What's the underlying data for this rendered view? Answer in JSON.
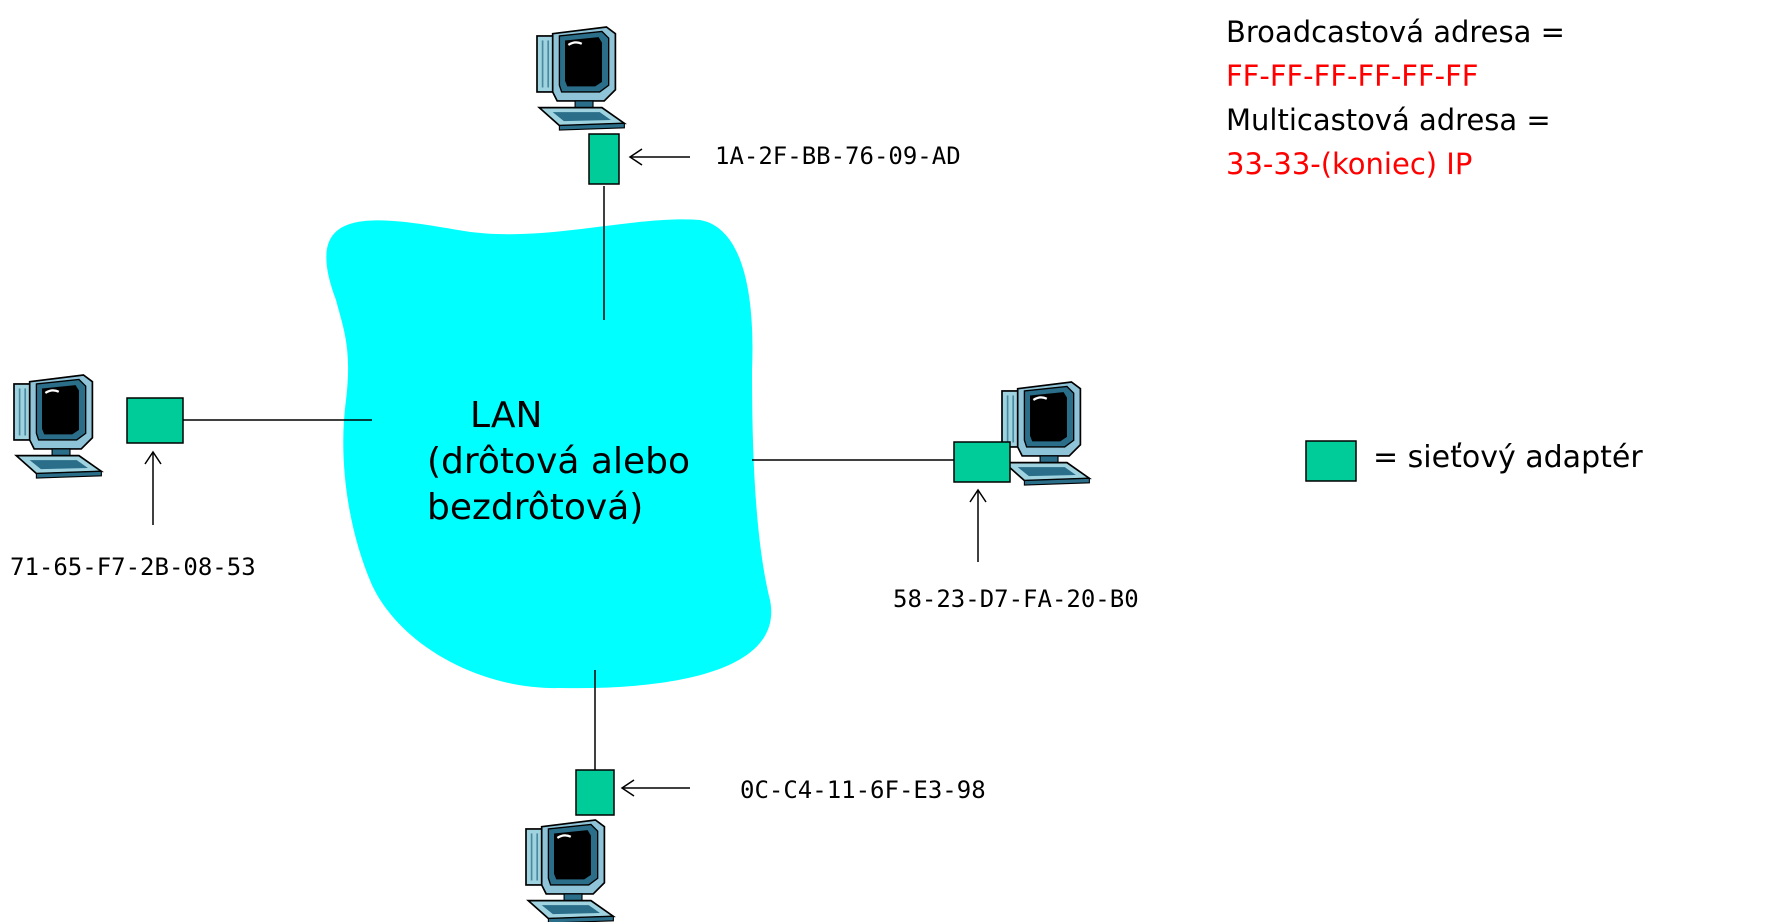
{
  "network": {
    "lan_label": "LAN",
    "lan_subtitle_1": "(drôtová alebo",
    "lan_subtitle_2": "bezdrôtová)"
  },
  "hosts": {
    "top": {
      "mac": "1A-2F-BB-76-09-AD",
      "icon": "computer-icon"
    },
    "left": {
      "mac": "71-65-F7-2B-08-53",
      "icon": "computer-icon"
    },
    "right": {
      "mac": "58-23-D7-FA-20-B0",
      "icon": "computer-icon"
    },
    "bottom": {
      "mac": "0C-C4-11-6F-E3-98",
      "icon": "computer-icon"
    }
  },
  "info": {
    "broadcast_label": "Broadcastová adresa =",
    "broadcast_value": "FF-FF-FF-FF-FF-FF",
    "multicast_label": "Multicastová adresa =",
    "multicast_value": "33-33-(koniec) IP"
  },
  "legend": {
    "adapter_text": "= sieťový adaptér"
  },
  "colors": {
    "cloud": "#00ffff",
    "adapter": "#00cc99",
    "highlight": "#ff0000",
    "text": "#000000"
  }
}
